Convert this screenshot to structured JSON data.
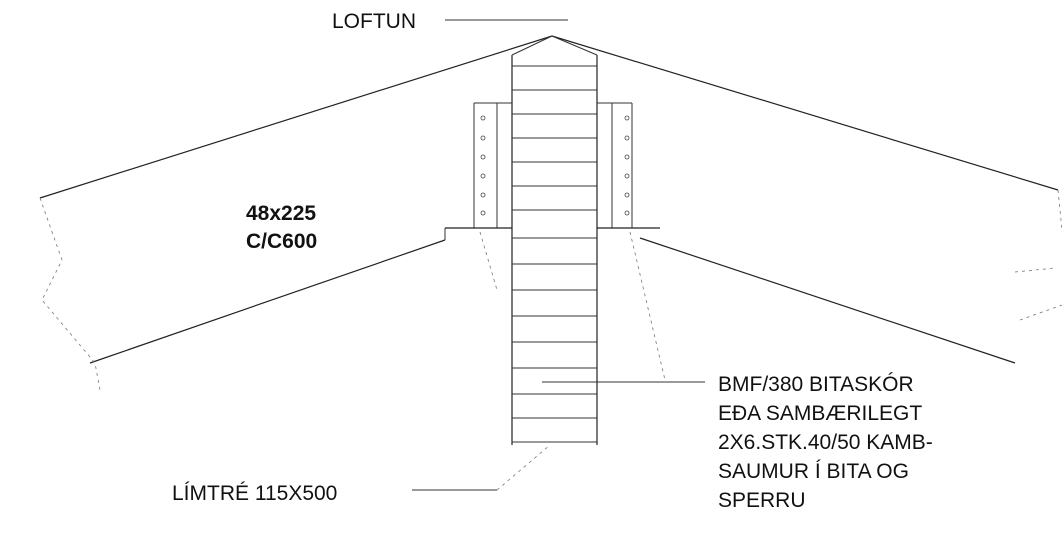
{
  "labels": {
    "ventilation": "LOFTUN",
    "rafter_size": "48x225",
    "rafter_spacing": "C/C600",
    "glulam_beam": "LÍMTRÉ 115X500",
    "hanger_note": [
      "BMF/380 BITASKÓR",
      "EÐA SAMBÆRILEGT",
      "2X6.STK.40/50 KAMB-",
      "SAUMUR Í BITA OG",
      "SPERRU"
    ]
  },
  "colors": {
    "line": "#333333",
    "text": "#111111",
    "background": "#ffffff"
  }
}
